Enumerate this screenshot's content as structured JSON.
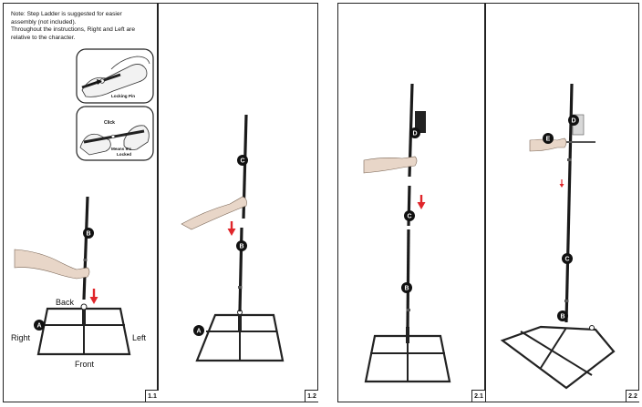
{
  "note": {
    "lines": [
      "Note: Step Ladder is suggested for easier",
      "assembly (not included).",
      "Throughout the instructions, Right and Left are",
      "relative to the character."
    ]
  },
  "callouts": {
    "locking_pin": "Locking Pin",
    "click": "Click",
    "means_locked_1": "Means It's",
    "means_locked_2": "Locked"
  },
  "directions": {
    "back": "Back",
    "right": "Right",
    "left": "Left",
    "front": "Front"
  },
  "part_letters": {
    "a": "A",
    "b": "B",
    "c": "C",
    "d": "D",
    "e": "E"
  },
  "steps": [
    "1.1",
    "1.2",
    "2.1",
    "2.2"
  ],
  "colors": {
    "arrow": "#e0262b",
    "badge": "#111111",
    "frame": "#222222"
  }
}
